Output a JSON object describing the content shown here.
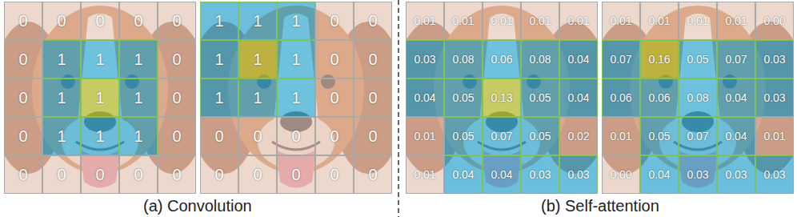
{
  "diagram": {
    "labels": [
      "0",
      "0",
      "0",
      "0",
      "0",
      "0",
      "1",
      "1",
      "1",
      "0",
      "0",
      "1",
      "1",
      "1",
      "0",
      "0",
      "1",
      "1",
      "1",
      "0",
      "0",
      "0",
      "0",
      "0",
      "0",
      "1",
      "1",
      "1",
      "0",
      "0",
      "1",
      "1",
      "1",
      "0",
      "0",
      "1",
      "1",
      "1",
      "0",
      "0",
      "0",
      "0",
      "0",
      "0",
      "0",
      "0",
      "0",
      "0",
      "0",
      "0",
      "0.01",
      "0.01",
      "0.01",
      "0.01",
      "0.01",
      "0.03",
      "0.08",
      "0.06",
      "0.08",
      "0.04",
      "0.04",
      "0.05",
      "0.13",
      "0.05",
      "0.04",
      "0.01",
      "0.05",
      "0.07",
      "0.05",
      "0.02",
      "0.01",
      "0.04",
      "0.04",
      "0.03",
      "0.03",
      "0.01",
      "0.01",
      "0.01",
      "0.01",
      "0.00",
      "0.07",
      "0.16",
      "0.05",
      "0.07",
      "0.03",
      "0.06",
      "0.06",
      "0.08",
      "0.04",
      "0.03",
      "0.01",
      "0.05",
      "0.07",
      "0.04",
      "0.01",
      "0.00",
      "0.04",
      "0.03",
      "0.03",
      "0.03",
      "(a) Convolution",
      "(b) Self-attention"
    ]
  }
}
